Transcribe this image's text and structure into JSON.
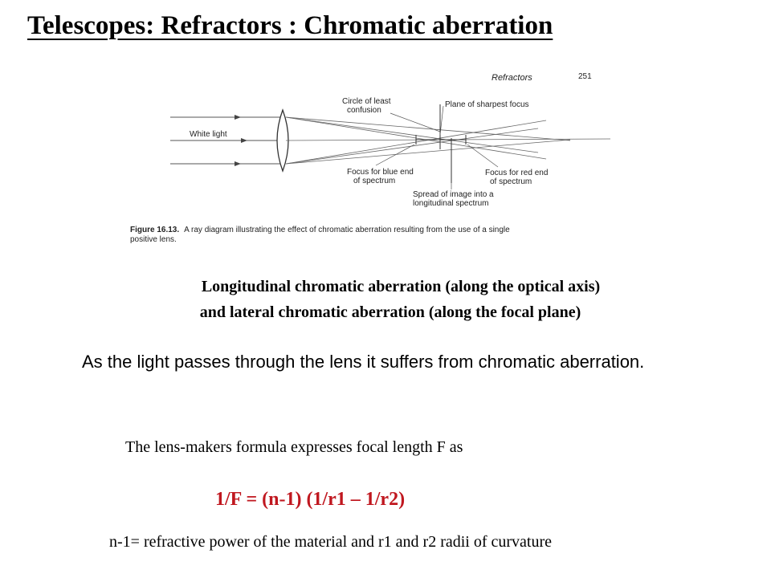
{
  "slide": {
    "title": "Telescopes: Refractors : Chromatic aberration",
    "figure": {
      "header_section": "Refractors",
      "header_page": "251",
      "labels": {
        "white_light": "White light",
        "circle_line1": "Circle of least",
        "circle_line2": "confusion",
        "plane": "Plane of sharpest focus",
        "blue_line1": "Focus for blue end",
        "blue_line2": "of spectrum",
        "red_line1": "Focus for red end",
        "red_line2": "of spectrum",
        "spread_line1": "Spread of image into a",
        "spread_line2": "longitudinal spectrum"
      },
      "caption_label": "Figure 16.13.",
      "caption_line1": "A ray diagram illustrating the effect of chromatic aberration resulting from the use of a single",
      "caption_line2": "positive lens."
    },
    "subtitle_line1": "Longitudinal chromatic aberration (along the optical axis)",
    "subtitle_line2": "and lateral chromatic aberration (along the focal plane)",
    "paragraph": "As the light passes through the lens it suffers from chromatic aberration.",
    "formula_intro": "The lens-makers formula expresses focal length F as",
    "formula": "1/F = (n-1) (1/r1 – 1/r2)",
    "formula_note": "n-1= refractive power of the material and r1 and r2 radii of curvature",
    "colors": {
      "formula": "#c0171f",
      "text": "#000000"
    }
  }
}
